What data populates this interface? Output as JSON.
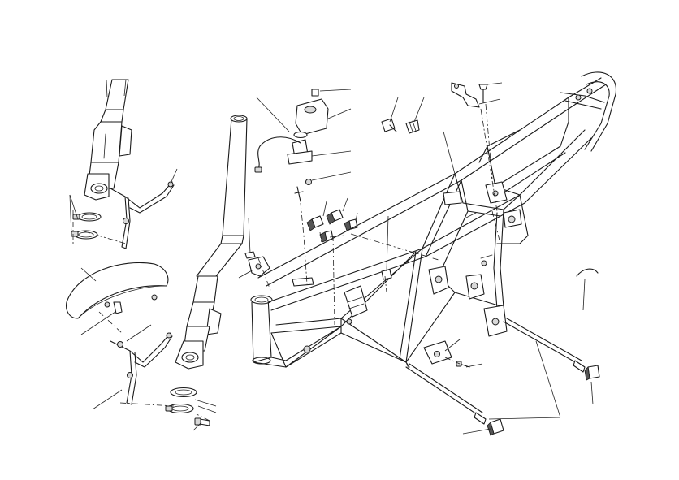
{
  "diagram": {
    "kind": "exploded-parts-view",
    "parts": [
      {
        "id": "left-fork-upper",
        "icon": "fork-leg-icon"
      },
      {
        "id": "left-fork-bracket",
        "icon": "bracket-icon"
      },
      {
        "id": "left-clamps",
        "icon": "clamp-ring-icon"
      },
      {
        "id": "front-mudguard",
        "icon": "mudguard-icon"
      },
      {
        "id": "lower-fork-bracket",
        "icon": "bracket-icon"
      },
      {
        "id": "right-fork-tube",
        "icon": "fork-tube-icon"
      },
      {
        "id": "steering-lock",
        "icon": "lock-icon"
      },
      {
        "id": "mounting-bushes",
        "icon": "bush-icon"
      },
      {
        "id": "bolts",
        "icon": "bolt-icon"
      },
      {
        "id": "main-frame",
        "icon": "trellis-frame-icon"
      },
      {
        "id": "rear-subframe-plate",
        "icon": "plate-icon"
      },
      {
        "id": "engine-mount-bolts",
        "icon": "long-bolt-icon"
      },
      {
        "id": "bolt-caps",
        "icon": "cap-icon"
      },
      {
        "id": "cable-clip",
        "icon": "clip-icon"
      }
    ]
  }
}
